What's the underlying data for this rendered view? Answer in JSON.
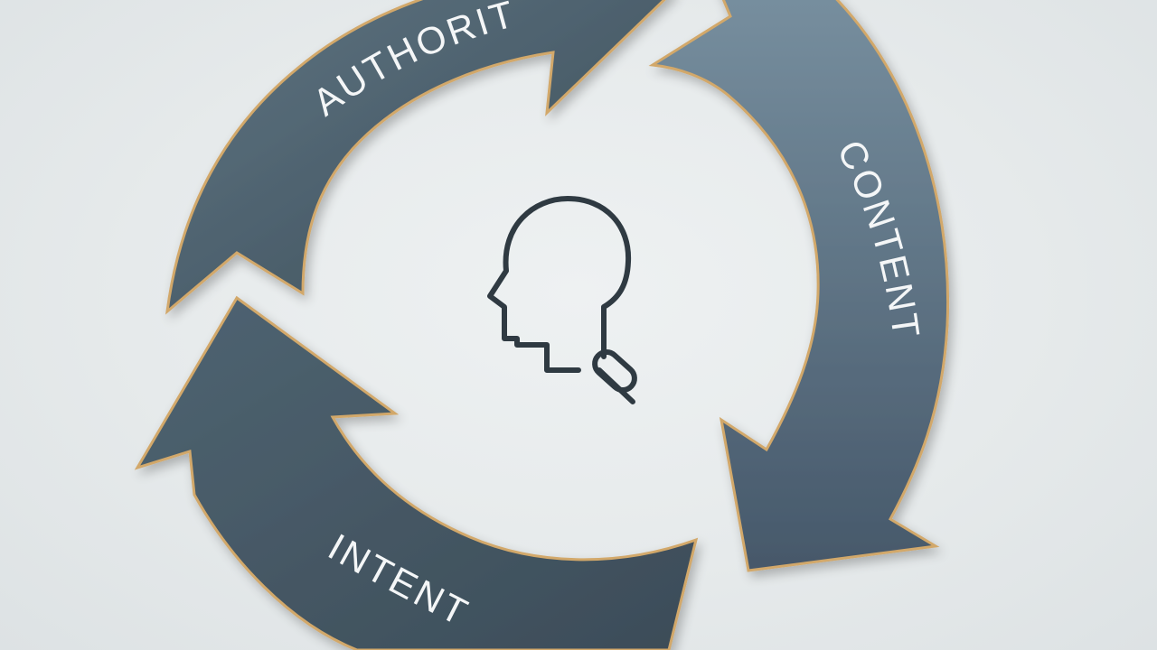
{
  "cycle": {
    "labels": {
      "authority": "AUTHORITY",
      "content": "CONTENT",
      "intent": "INTENT"
    }
  },
  "colors": {
    "background": "#e9ecee",
    "arrow_fill_light": "#6c8494",
    "arrow_fill_dark": "#3f505c",
    "arrow_outline": "#d2a86a",
    "icon_stroke": "#2f3a42",
    "label_text": "#f4f6f7"
  },
  "center_icon": {
    "name": "head-search-icon"
  }
}
